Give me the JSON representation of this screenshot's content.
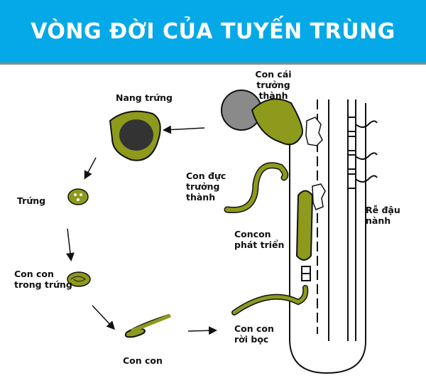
{
  "title": "VÒNG ĐỜI CỦA TUYẾN TRÙNG",
  "labels": {
    "adult_female": "Con cái trưởng thành",
    "egg_sac": "Nang trứng",
    "egg": "Trứng",
    "adult_male": "Con đực trưởng thành",
    "soybean_root": "Rễ đậu nành",
    "developing_juvenile": "Concon phát triển",
    "juvenile_in_egg": "Con con trong trứng",
    "juvenile_leaving": "Con con rời bọc",
    "juvenile": "Con con"
  },
  "colors": {
    "header": "#06a9e8",
    "worm": "#8d9a1c",
    "cyst": "#8a8a8a"
  }
}
